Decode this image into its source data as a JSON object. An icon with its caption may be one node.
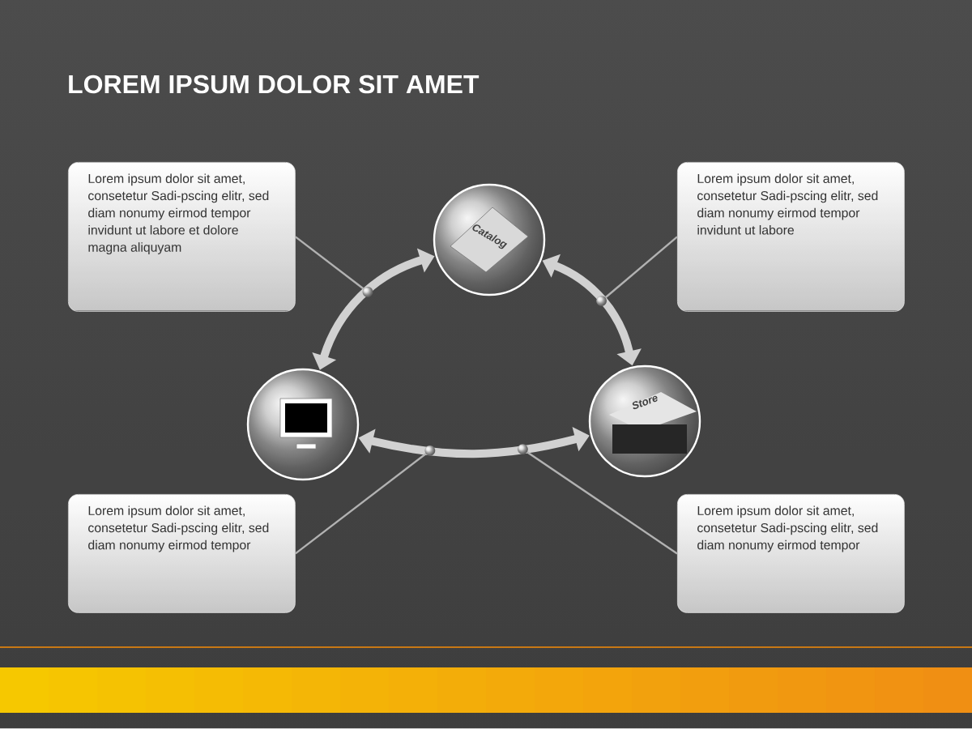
{
  "diagram": {
    "title": "LOREM IPSUM DOLOR SIT AMET",
    "nodes": [
      {
        "text": [
          "Lorem ipsum dolor sit amet, consetetur Sadi-pscing elitr, sed diam nonumy eirmod tempor invidunt ut labore et dolore magna aliquyam"
        ]
      },
      {
        "text": [
          "Lorem ipsum dolor sit amet, consetetur Sadi-pscing elitr, sed diam nonumy eirmod tempor invidunt ut labore"
        ]
      },
      {
        "text": [
          "Catalog"
        ]
      },
      {
        "text": [],
        "shape": "picture"
      },
      {
        "text": [
          "Store"
        ]
      },
      {
        "text": [
          "Lorem ipsum dolor sit amet, consetetur Sadi-pscing elitr, sed diam nonumy eirmod tempor"
        ]
      },
      {
        "text": [
          "Lorem ipsum dolor sit amet, consetetur Sadi-pscing elitr, sed diam nonumy eirmod tempor"
        ]
      }
    ],
    "edges": [
      {
        "from": 2,
        "to": 3,
        "arrow": "both",
        "style": "thick"
      },
      {
        "from": 2,
        "to": 4,
        "arrow": "both",
        "style": "thick"
      },
      {
        "from": 3,
        "to": 4,
        "arrow": "both",
        "style": "thick"
      },
      {
        "from": 0,
        "to": null,
        "arrow": "none"
      },
      {
        "from": 1,
        "to": null,
        "arrow": "none"
      },
      {
        "from": 5,
        "to": null,
        "arrow": "none"
      },
      {
        "from": 6,
        "to": null,
        "arrow": "none"
      }
    ]
  }
}
